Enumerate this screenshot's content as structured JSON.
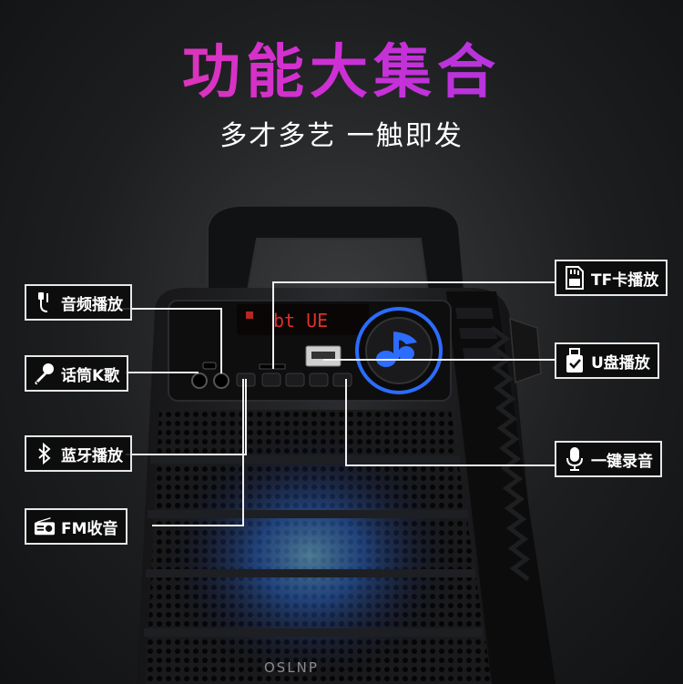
{
  "header": {
    "title": "功能大集合",
    "subtitle": "多才多艺 一触即发"
  },
  "display": {
    "readout": "bt UE"
  },
  "brand": {
    "logo_text": "OSLNP"
  },
  "features": {
    "audio_play": "音频播放",
    "mic_karaoke": "话筒K歌",
    "bluetooth_play": "蓝牙播放",
    "fm_radio": "FM收音",
    "tf_card_play": "TF卡播放",
    "usb_play": "U盘播放",
    "one_key_record": "一键录音"
  },
  "colors": {
    "title_start": "#e93b9a",
    "title_end": "#9b39e8",
    "display_red": "#e0302a",
    "ring_blue": "#2c6cff",
    "speaker_glow": "#4fa8ff"
  }
}
